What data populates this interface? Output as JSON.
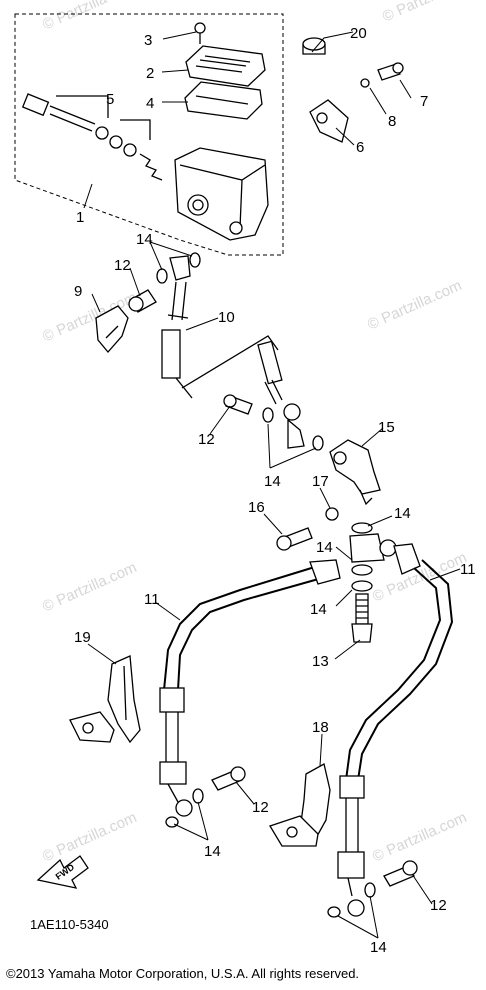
{
  "watermark": "© Partzilla.com",
  "watermark_short": "© Partzilla",
  "callouts": {
    "c1": "1",
    "c2": "2",
    "c3": "3",
    "c4": "4",
    "c5": "5",
    "c6": "6",
    "c7": "7",
    "c8": "8",
    "c9": "9",
    "c10": "10",
    "c11": "11",
    "c12": "12",
    "c13": "13",
    "c14": "14",
    "c15": "15",
    "c16": "16",
    "c17": "17",
    "c18": "18",
    "c19": "19",
    "c20": "20"
  },
  "fwd_label": "FWD",
  "part_code": "1AE110-5340",
  "copyright": "©2013  Yamaha Motor Corporation, U.S.A. All rights reserved."
}
